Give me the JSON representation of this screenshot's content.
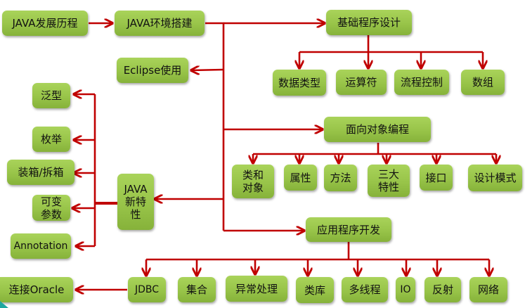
{
  "diagram": {
    "title": "Java learning roadmap",
    "colors": {
      "node_fill": "#98c449",
      "connector": "#c00000",
      "corner_accent": "#1fa8a0"
    },
    "nodes": {
      "history": "JAVA发展历程",
      "env": "JAVA环境搭建",
      "eclipse": "Eclipse使用",
      "basics": "基础程序设计",
      "datatypes": "数据类型",
      "operators": "运算符",
      "flow": "流程控制",
      "arrays": "数组",
      "oop": "面向对象编程",
      "classobj": "类和\n对象",
      "attrs": "属性",
      "methods": "方法",
      "three": "三大\n特性",
      "iface": "接口",
      "patterns": "设计模式",
      "newfeat": "JAVA\n新特\n性",
      "generics": "泛型",
      "enum": "枚举",
      "boxing": "装箱/拆箱",
      "varargs": "可变\n参数",
      "annotation": "Annotation",
      "appdev": "应用程序开发",
      "jdbc": "JDBC",
      "collections": "集合",
      "exceptions": "异常处理",
      "libs": "类库",
      "threads": "多线程",
      "io": "IO",
      "reflect": "反射",
      "network": "网络",
      "oracle": "连接Oracle"
    }
  }
}
